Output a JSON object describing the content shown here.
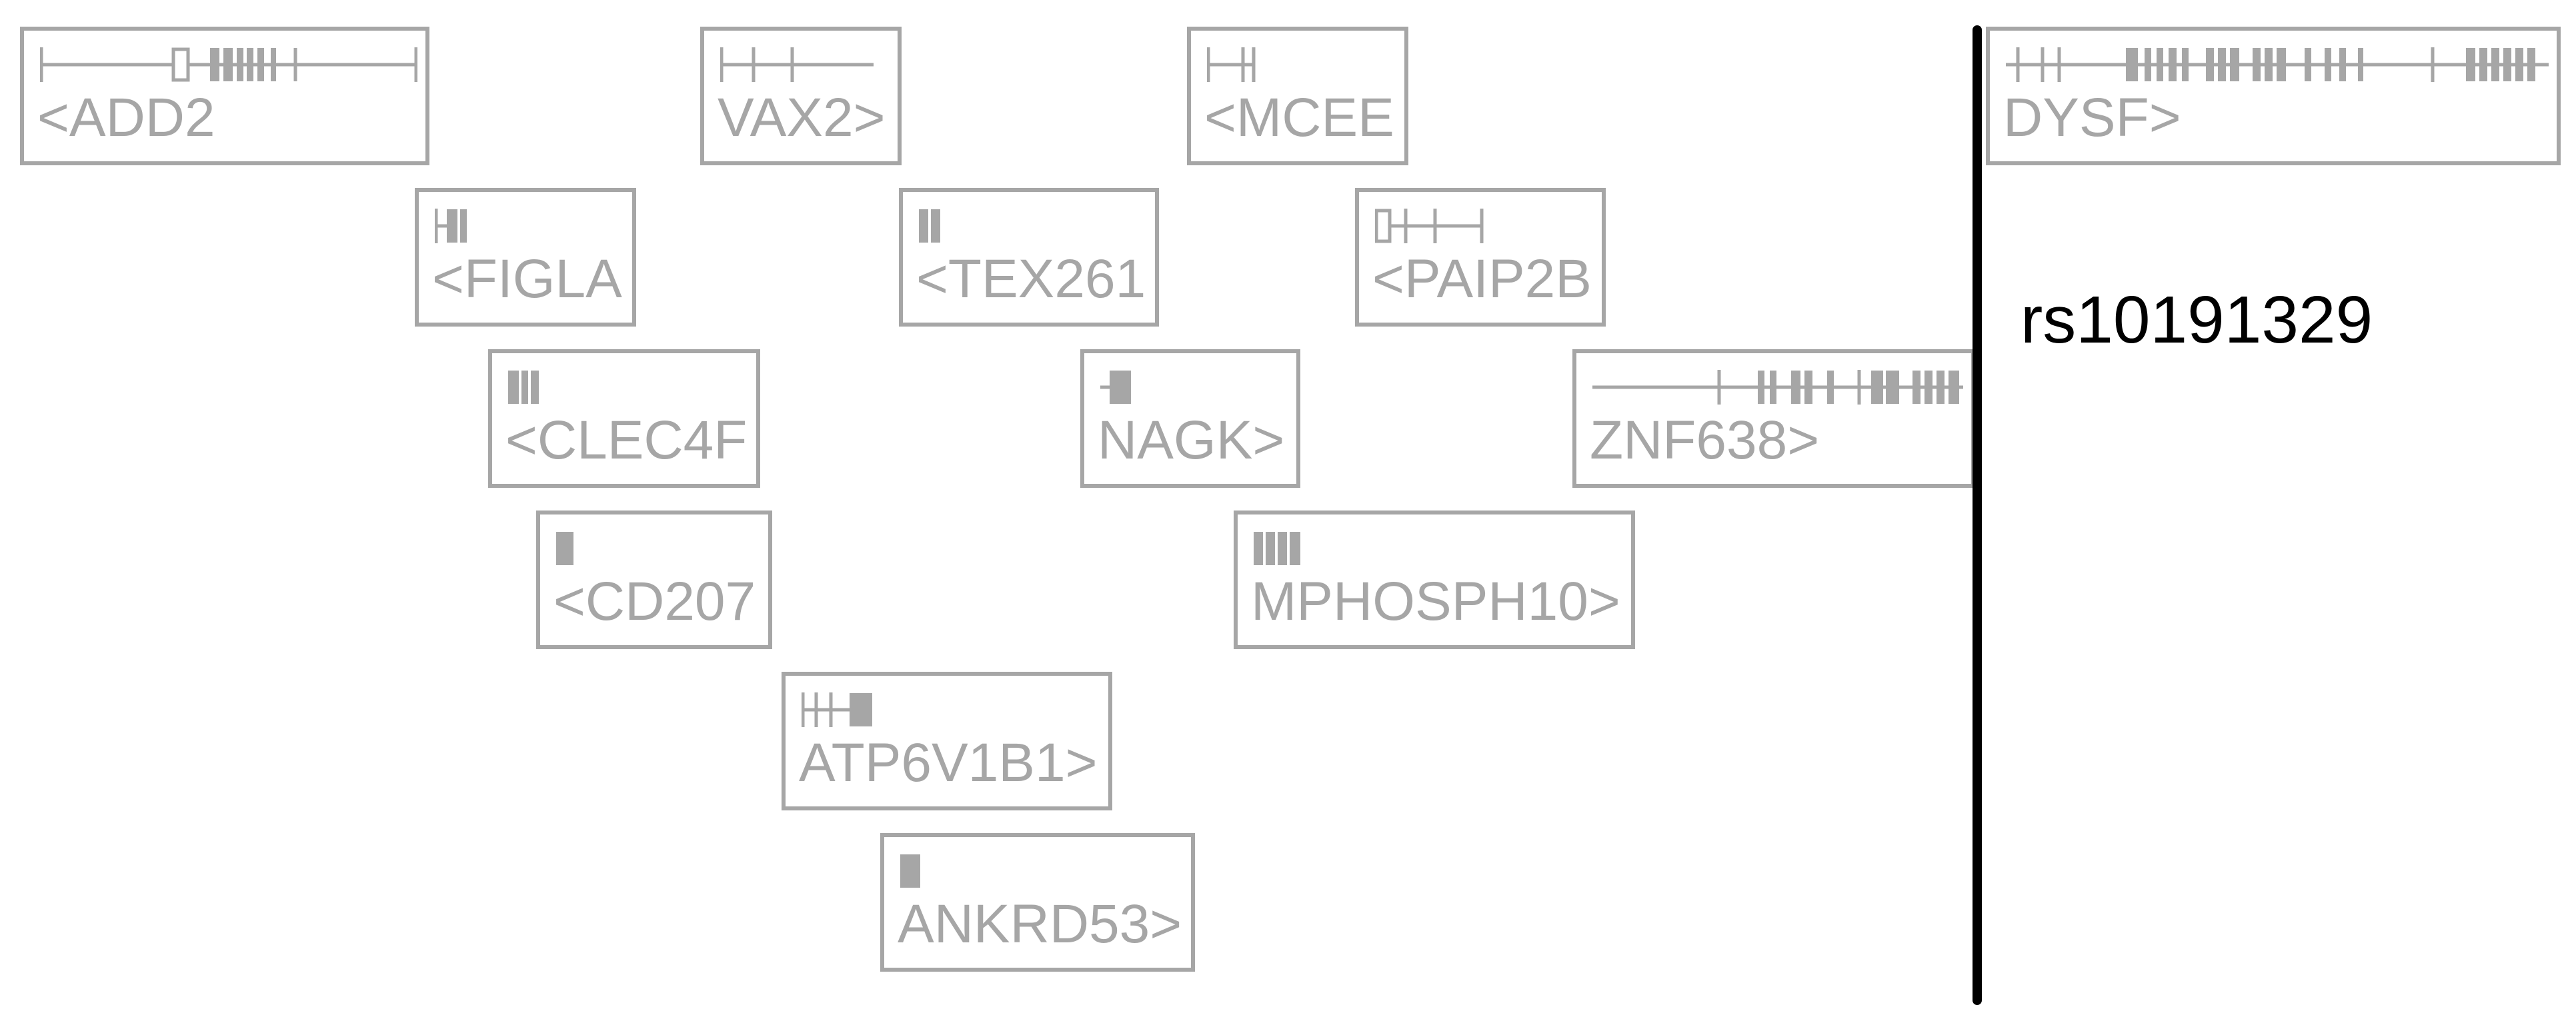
{
  "snp": {
    "label": "rs10191329"
  },
  "genes": [
    {
      "name": "add2",
      "label": "<ADD2"
    },
    {
      "name": "vax2",
      "label": "VAX2>"
    },
    {
      "name": "mcee",
      "label": "<MCEE"
    },
    {
      "name": "dysf",
      "label": "DYSF>"
    },
    {
      "name": "figla",
      "label": "<FIGLA"
    },
    {
      "name": "tex261",
      "label": "<TEX261"
    },
    {
      "name": "paip2b",
      "label": "<PAIP2B"
    },
    {
      "name": "clec4f",
      "label": "<CLEC4F"
    },
    {
      "name": "nagk",
      "label": "NAGK>"
    },
    {
      "name": "znf638",
      "label": "ZNF638>"
    },
    {
      "name": "cd207",
      "label": "<CD207"
    },
    {
      "name": "mphosph10",
      "label": "MPHOSPH10>"
    },
    {
      "name": "atp6v1b1",
      "label": "ATP6V1B1>"
    },
    {
      "name": "ankrd53",
      "label": "ANKRD53>"
    }
  ],
  "colors": {
    "gene": "#a6a6a6",
    "snp": "#000000",
    "background": "#ffffff"
  }
}
